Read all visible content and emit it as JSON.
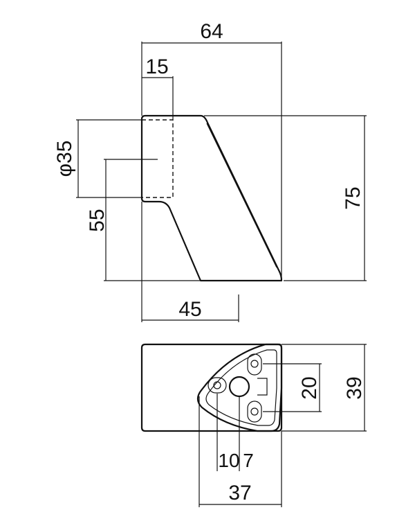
{
  "drawing": {
    "line_color": "#111111",
    "background": "#ffffff",
    "side_view": {
      "dim_width_total": "64",
      "dim_tube_depth": "15",
      "dim_tube_diameter": "φ35",
      "dim_center_height": "55",
      "dim_height_total": "75",
      "dim_base_depth": "45"
    },
    "bottom_view": {
      "dim_height": "39",
      "dim_hole_pitch": "20",
      "dim_offset_10": "10",
      "dim_offset_7": "7",
      "dim_width": "37"
    }
  }
}
